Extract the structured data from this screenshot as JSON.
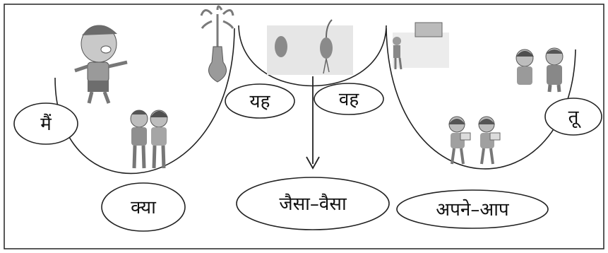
{
  "words": {
    "main": "मैं",
    "yah": "यह",
    "vah": "वह",
    "tu": "तू",
    "kya": "क्या",
    "jaisa_vaisa": "जैसा–वैसा",
    "apne_aap": "अपने–आप"
  },
  "illustrations": {
    "boy": "boy-illustration",
    "children_pair_left": "two-children-illustration",
    "vase": "flower-vase-illustration",
    "seeds": "sprouting-seeds-illustration",
    "watering": "child-watering-illustration",
    "children_talking": "two-children-talking-illustration",
    "girls_reading": "two-girls-reading-illustration"
  },
  "colors": {
    "stroke": "#222222",
    "fill": "#ffffff",
    "art_grey": "#8a8a8a"
  }
}
